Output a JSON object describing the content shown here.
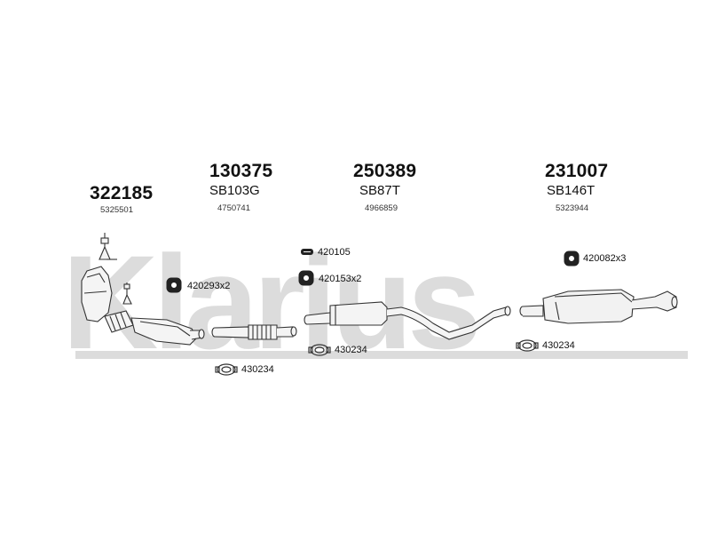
{
  "watermark": {
    "text": "Klarius",
    "color": "#d7d7d7"
  },
  "parts": [
    {
      "main": "322185",
      "code": "",
      "ref": "5325501"
    },
    {
      "main": "130375",
      "code": "SB103G",
      "ref": "4750741"
    },
    {
      "main": "250389",
      "code": "SB87T",
      "ref": "4966859"
    },
    {
      "main": "231007",
      "code": "SB146T",
      "ref": "5323944"
    }
  ],
  "fittings": [
    {
      "label": "420293x2",
      "icon": "rubber-mount-icon"
    },
    {
      "label": "420105",
      "icon": "bolt-icon"
    },
    {
      "label": "420153x2",
      "icon": "rubber-mount-icon"
    },
    {
      "label": "420082x3",
      "icon": "rubber-mount-icon"
    },
    {
      "label": "430234",
      "icon": "clamp-ring-icon"
    },
    {
      "label": "430234",
      "icon": "clamp-ring-icon"
    },
    {
      "label": "430234",
      "icon": "clamp-ring-icon"
    }
  ]
}
